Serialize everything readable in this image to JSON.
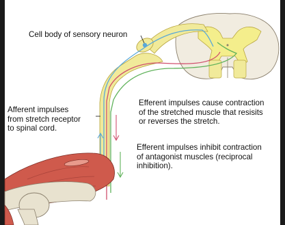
{
  "labels": {
    "cell_body": "Cell body of sensory neuron",
    "afferent": "Afferent impulses\nfrom stretch receptor\nto spinal cord.",
    "efferent_contraction": "Efferent impulses cause contraction\nof the stretched muscle that resisits\nor reverses the stretch.",
    "efferent_inhibit": "Efferent impulses inhibit contraction\nof antagonist muscles (reciprocal\ninhibition)."
  },
  "colors": {
    "frame": "#1a1a1a",
    "nerve_yellow": "#f1ea9a",
    "grey_matter": "#f4ee8c",
    "white_matter": "#f1ece0",
    "sensory_neuron": "#5aa8d8",
    "motor_neuron": "#d0506e",
    "inhibitory_neuron": "#5fb25a",
    "bone": "#e8e2cf",
    "muscle": "#cf5a4c"
  }
}
